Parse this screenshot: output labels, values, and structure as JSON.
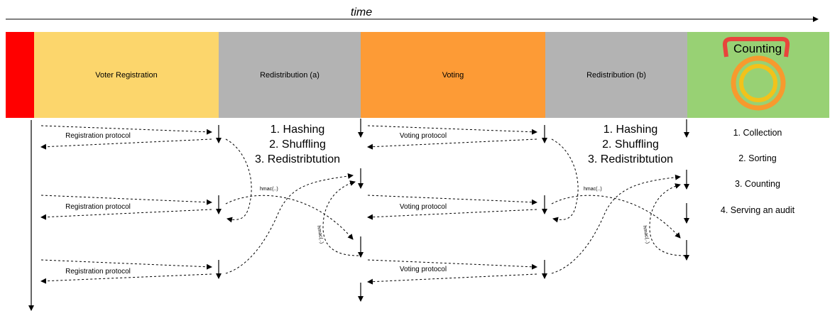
{
  "timeline": {
    "title": "time"
  },
  "phases": [
    {
      "label": "",
      "color": "#ff0000"
    },
    {
      "label": "Voter Registration",
      "color": "#fcd66c"
    },
    {
      "label": "Redistribution (a)",
      "color": "#b3b3b3"
    },
    {
      "label": "Voting",
      "color": "#fd9b36"
    },
    {
      "label": "Redistribution (b)",
      "color": "#b3b3b3"
    },
    {
      "label": "Counting",
      "color": "#98d174"
    }
  ],
  "protocols": {
    "registration": "Registration protocol",
    "voting": "Voting protocol"
  },
  "redistribution_steps": [
    "1. Hashing",
    "2. Shuffling",
    "3. Redistribtution"
  ],
  "hmac_label": "hmac(..)",
  "counting_steps": [
    "1. Collection",
    "2. Sorting",
    "3. Counting",
    "4. Serving an audit"
  ],
  "colors": {
    "counting_icon_ring_outer": "#f79a2e",
    "counting_icon_ring_inner": "#f2c21b",
    "counting_icon_handle": "#e8453c"
  }
}
